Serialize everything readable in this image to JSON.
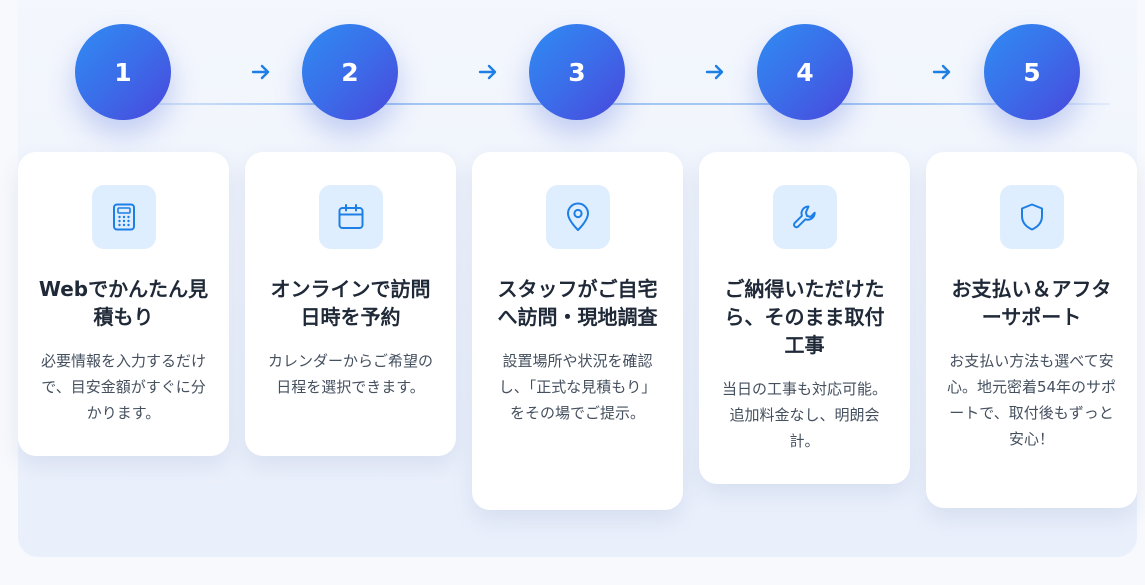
{
  "steps": [
    {
      "number": "1",
      "title": "Webでかんたん見積もり",
      "description": "必要情報を入力するだけで、目安金額がすぐに分かります。",
      "icon": "calculator-icon"
    },
    {
      "number": "2",
      "title": "オンラインで訪問日時を予約",
      "description": "カレンダーからご希望の日程を選択できます。",
      "icon": "calendar-icon"
    },
    {
      "number": "3",
      "title": "スタッフがご自宅へ訪問・現地調査",
      "description": "設置場所や状況を確認し、「正式な見積もり」をその場でご提示。",
      "icon": "map-pin-icon"
    },
    {
      "number": "4",
      "title": "ご納得いただけたら、そのまま取付工事",
      "description": "当日の工事も対応可能。追加料金なし、明朗会計。",
      "icon": "wrench-icon"
    },
    {
      "number": "5",
      "title": "お支払い＆アフターサポート",
      "description": "お支払い方法も選べて安心。地元密着54年のサポートで、取付後もずっと安心！",
      "icon": "shield-icon"
    }
  ],
  "arrow_icon": "arrow-right-icon",
  "colors": {
    "accent": "#2f8cf3",
    "accent_end": "#4a47dc",
    "icon_bg": "#dfeefe",
    "title_text": "#1f2937",
    "desc_text": "#45505f"
  }
}
